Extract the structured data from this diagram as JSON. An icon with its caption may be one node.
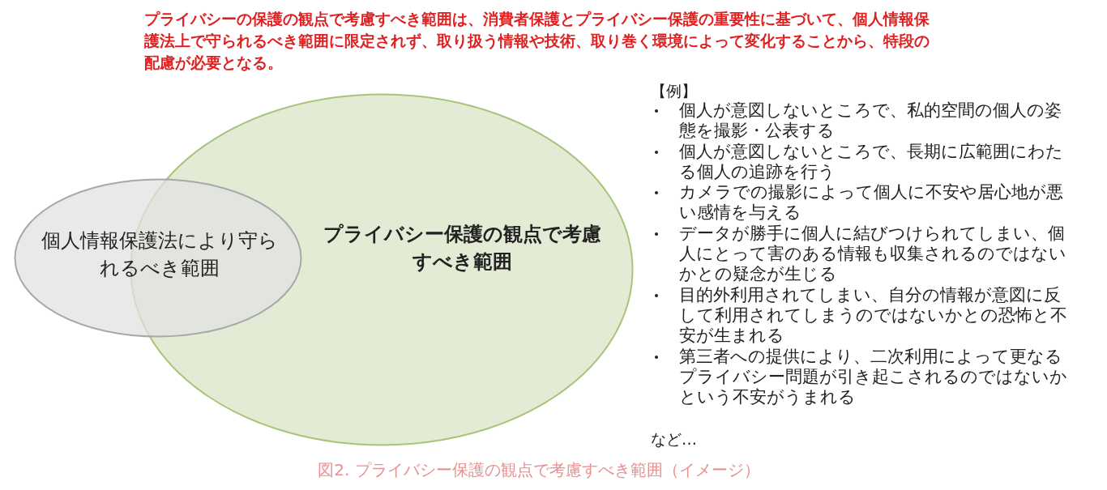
{
  "diagram": {
    "caption": "図2. プライバシー保護の観点で考慮すべき範囲（イメージ）",
    "nodes": [
      {
        "text": [
          "個人情報保護法により守られるべき範囲"
        ]
      },
      {
        "text": [
          "プライバシー保護の観点で考慮すべき範囲"
        ]
      }
    ],
    "edges": [],
    "labels": [
      "プライバシーの保護の観点で考慮すべき範囲は、消費者保護とプライバシー保護の重要性に基づいて、個人情報保護法上で守られるべき範囲に限定されず、取り扱う情報や技術、取り巻く環境によって変化することから、特段の配慮が必要となる。",
      "【例】",
      "個人が意図しないところで、私的空間の個人の姿態を撮影・公表する",
      "個人が意図しないところで、長期に広範囲にわたる個人の追跡を行う",
      "カメラでの撮影によって個人に不安や居心地が悪い感情を与える",
      "データが勝手に個人に結びつけられてしまい、個人にとって害のある情報も収集されるのではないかとの疑念が生じる",
      "目的外利用されてしまい、自分の情報が意図に反して利用されてしまうのではないかとの恐怖と不安が生まれる",
      "第三者への提供により、二次利用によって更なるプライバシー問題が引き起こされるのではないかという不安がうまれる",
      "など…"
    ]
  }
}
